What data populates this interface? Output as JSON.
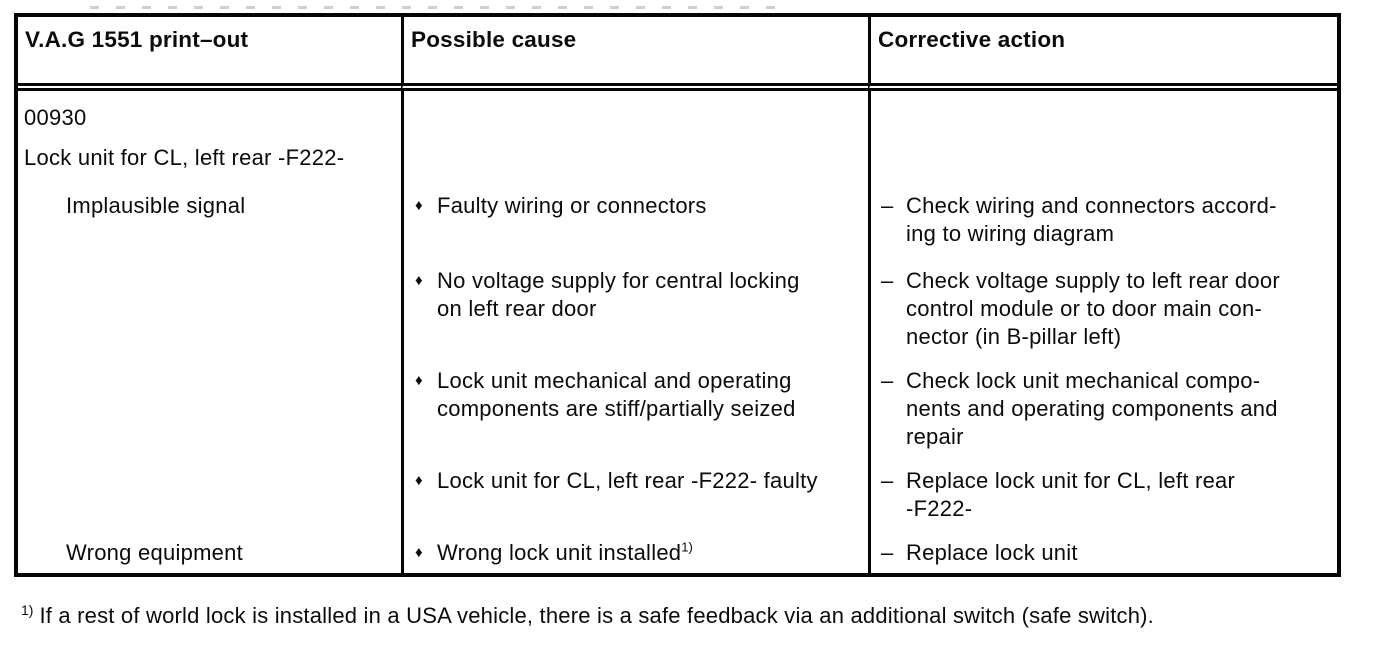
{
  "table": {
    "headers": {
      "printout": "V.A.G 1551 print–out",
      "cause": "Possible cause",
      "action": "Corrective action"
    },
    "fault": {
      "code": "00930",
      "name": "Lock unit for CL, left rear -F222-"
    },
    "bullet_char": "♦",
    "dash_char": "–",
    "rows": [
      {
        "printout": "Implausible signal",
        "cause": "Faulty wiring or connectors",
        "action": "Check wiring and connectors accord-\ning to wiring diagram"
      },
      {
        "cause": "No voltage supply for central locking\non left rear door",
        "action": "Check voltage supply to left rear door\ncontrol module or to door main con-\nnector (in B-pillar left)"
      },
      {
        "cause": "Lock unit mechanical and operating\ncomponents are stiff/partially seized",
        "action": "Check lock unit mechanical compo-\nnents and operating components and\nrepair"
      },
      {
        "cause": "Lock unit for CL, left rear -F222- faulty",
        "action": "Replace lock unit for CL, left rear\n-F222-"
      },
      {
        "printout": "Wrong equipment",
        "cause": "Wrong lock unit installed",
        "cause_sup": "1)",
        "action": "Replace lock unit"
      }
    ]
  },
  "footnote": {
    "marker": "1)",
    "text": "If a rest of world lock is installed in a USA vehicle, there is a safe feedback via an additional switch (safe switch)."
  }
}
